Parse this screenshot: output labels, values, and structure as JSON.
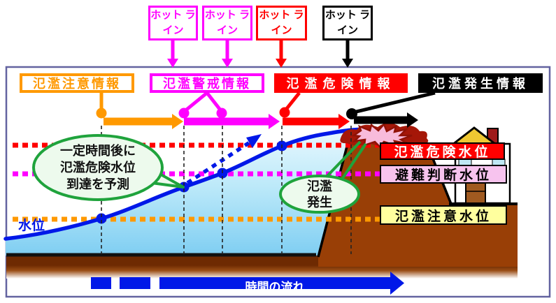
{
  "hotline_boxes": [
    {
      "label": "ホット\nライン",
      "color": "#FF00FF"
    },
    {
      "label": "ホット\nライン",
      "color": "#FF00FF"
    },
    {
      "label": "ホット\nライン",
      "color": "#FF0000"
    },
    {
      "label": "ホット\nライン",
      "color": "#000000"
    }
  ],
  "flood_info_boxes": [
    {
      "label": "氾濫注意情報",
      "color": "#FF9900",
      "style": "outline"
    },
    {
      "label": "氾濫警戒情報",
      "color": "#FF00FF",
      "style": "outline"
    },
    {
      "label": "氾濫危険情報",
      "color": "#FF0000",
      "style": "filled"
    },
    {
      "label": "氾濫発生情報",
      "color": "#000000",
      "style": "filled"
    }
  ],
  "water_level_boxes": [
    {
      "label": "氾濫危険水位",
      "bg": "#FF0000",
      "text_color": "#FFFFFF"
    },
    {
      "label": "避難判断水位",
      "bg": "#F7C3EE",
      "text_color": "#000000"
    },
    {
      "label": "氾濫注意水位",
      "bg": "#FFFF9E",
      "text_color": "#000000"
    }
  ],
  "callouts": {
    "prediction": "一定時間後に\n氾濫危険水位\n到達を予測",
    "occurrence": "氾濫\n発生"
  },
  "labels": {
    "water_level": "水位",
    "time_flow": "時間の流れ"
  },
  "colors": {
    "orange": "#FF9900",
    "magenta": "#FF00FF",
    "red": "#FF0000",
    "black": "#000000",
    "curve_blue": "#0018E8",
    "water_top": "#DCF4FD",
    "water_bottom": "#7FCEF2",
    "levee_brown": "#993F06",
    "bed_brown": "#6E2A02",
    "bubble_green": "#1FA33C",
    "bubble_fill": "#EDFAED",
    "panel_border": "#6363A0",
    "splash_dark_red": "#A51708",
    "splash_pink": "#F8BBDB"
  }
}
